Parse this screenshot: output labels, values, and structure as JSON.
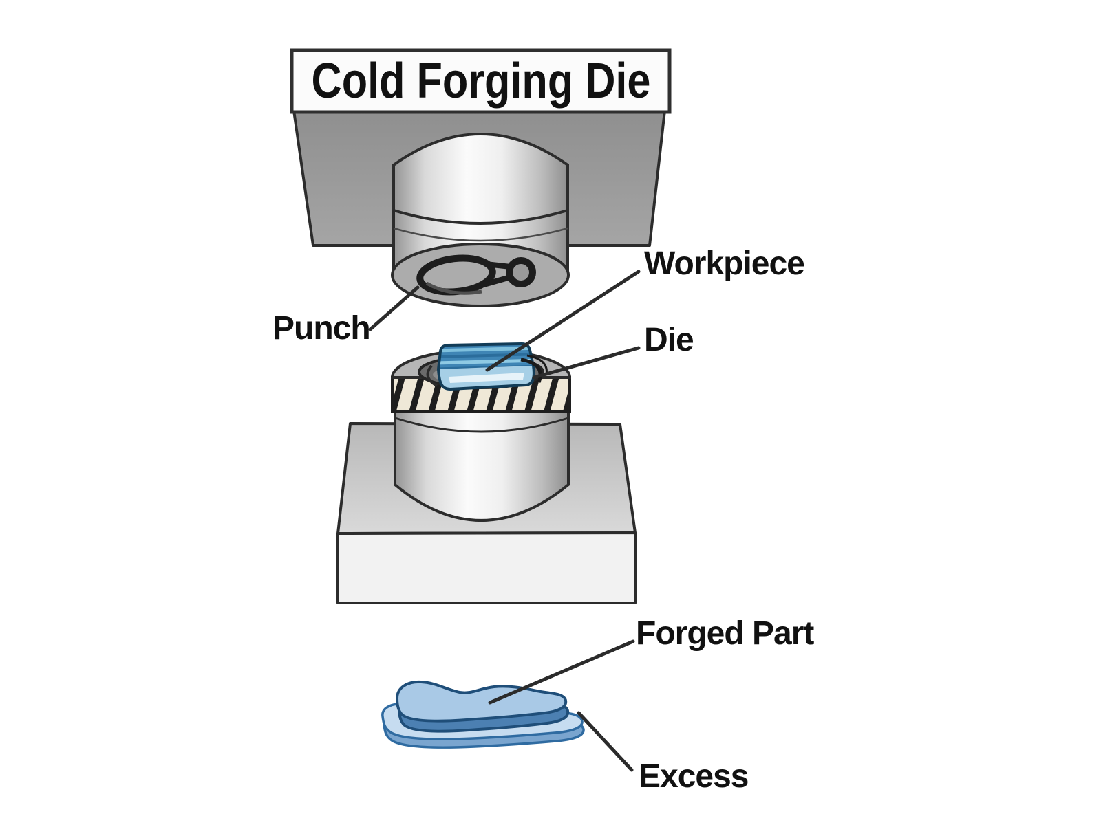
{
  "title": "Cold Forging Die",
  "labels": {
    "punch": "Punch",
    "workpiece": "Workpiece",
    "die": "Die",
    "forged_part": "Forged Part",
    "excess": "Excess"
  },
  "colors": {
    "label_text": "#111111",
    "outline": "#2c2c2c",
    "blue_outline": "#1f4e79",
    "workpiece_top_blue": "#3f85b5",
    "workpiece_front_blue": "#a6cfe6",
    "part_top_blue": "#a9c9e6",
    "part_side_blue": "#4c80b2",
    "flash_top_blue": "#c6dcf0",
    "flash_side_blue": "#7aa5cf",
    "hatch_cream": "#efe8d7",
    "hatch_stripe": "#1e1e1e",
    "steel_gray": "#9b9b9b",
    "base_front_gray": "#f2f2f2"
  }
}
